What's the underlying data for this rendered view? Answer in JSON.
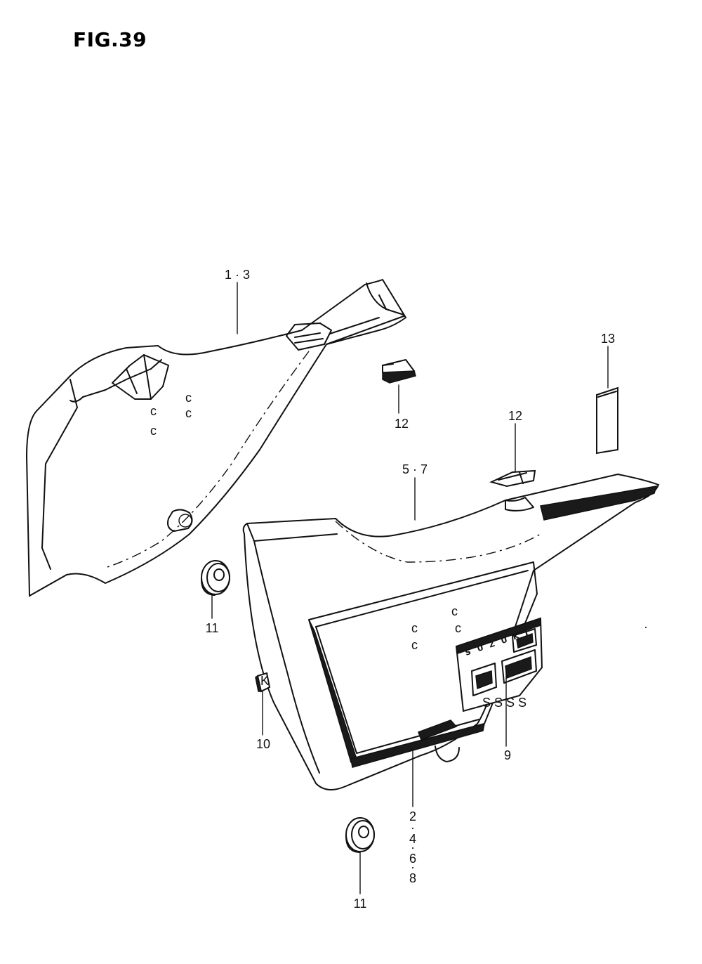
{
  "figure": {
    "title": "FIG.39"
  },
  "callouts": {
    "c1_3": "1 · 3",
    "c5_7": "5 · 7",
    "c12a": "12",
    "c12b": "12",
    "c13": "13",
    "c11a": "11",
    "c11b": "11",
    "c10": "10",
    "c9": "9",
    "c2": "2",
    "c4": "4",
    "c6": "6",
    "c8": "8",
    "dot": "·"
  },
  "decal_letters": [
    "S",
    "U",
    "Z",
    "U",
    "K",
    "I"
  ]
}
